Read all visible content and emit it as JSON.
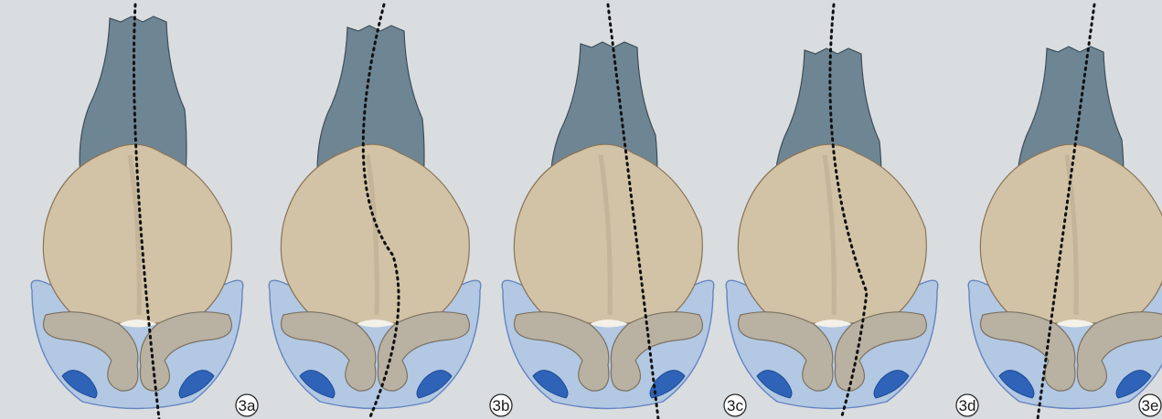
{
  "figure": {
    "panels": [
      {
        "label": "3a",
        "axis": "straight"
      },
      {
        "label": "3b",
        "axis": "s-curve"
      },
      {
        "label": "3c",
        "axis": "straight-tilted"
      },
      {
        "label": "3d",
        "axis": "c-curve"
      },
      {
        "label": "3e",
        "axis": "straight-tilted-left"
      }
    ]
  },
  "colors": {
    "background": "#d9dde0",
    "nasal_bone": "#6e8594",
    "cartilage": "#d2c2a6",
    "soft_tissue": "#a9c3e4",
    "nostril": "#2f63b8",
    "axis_line": "#111111"
  }
}
